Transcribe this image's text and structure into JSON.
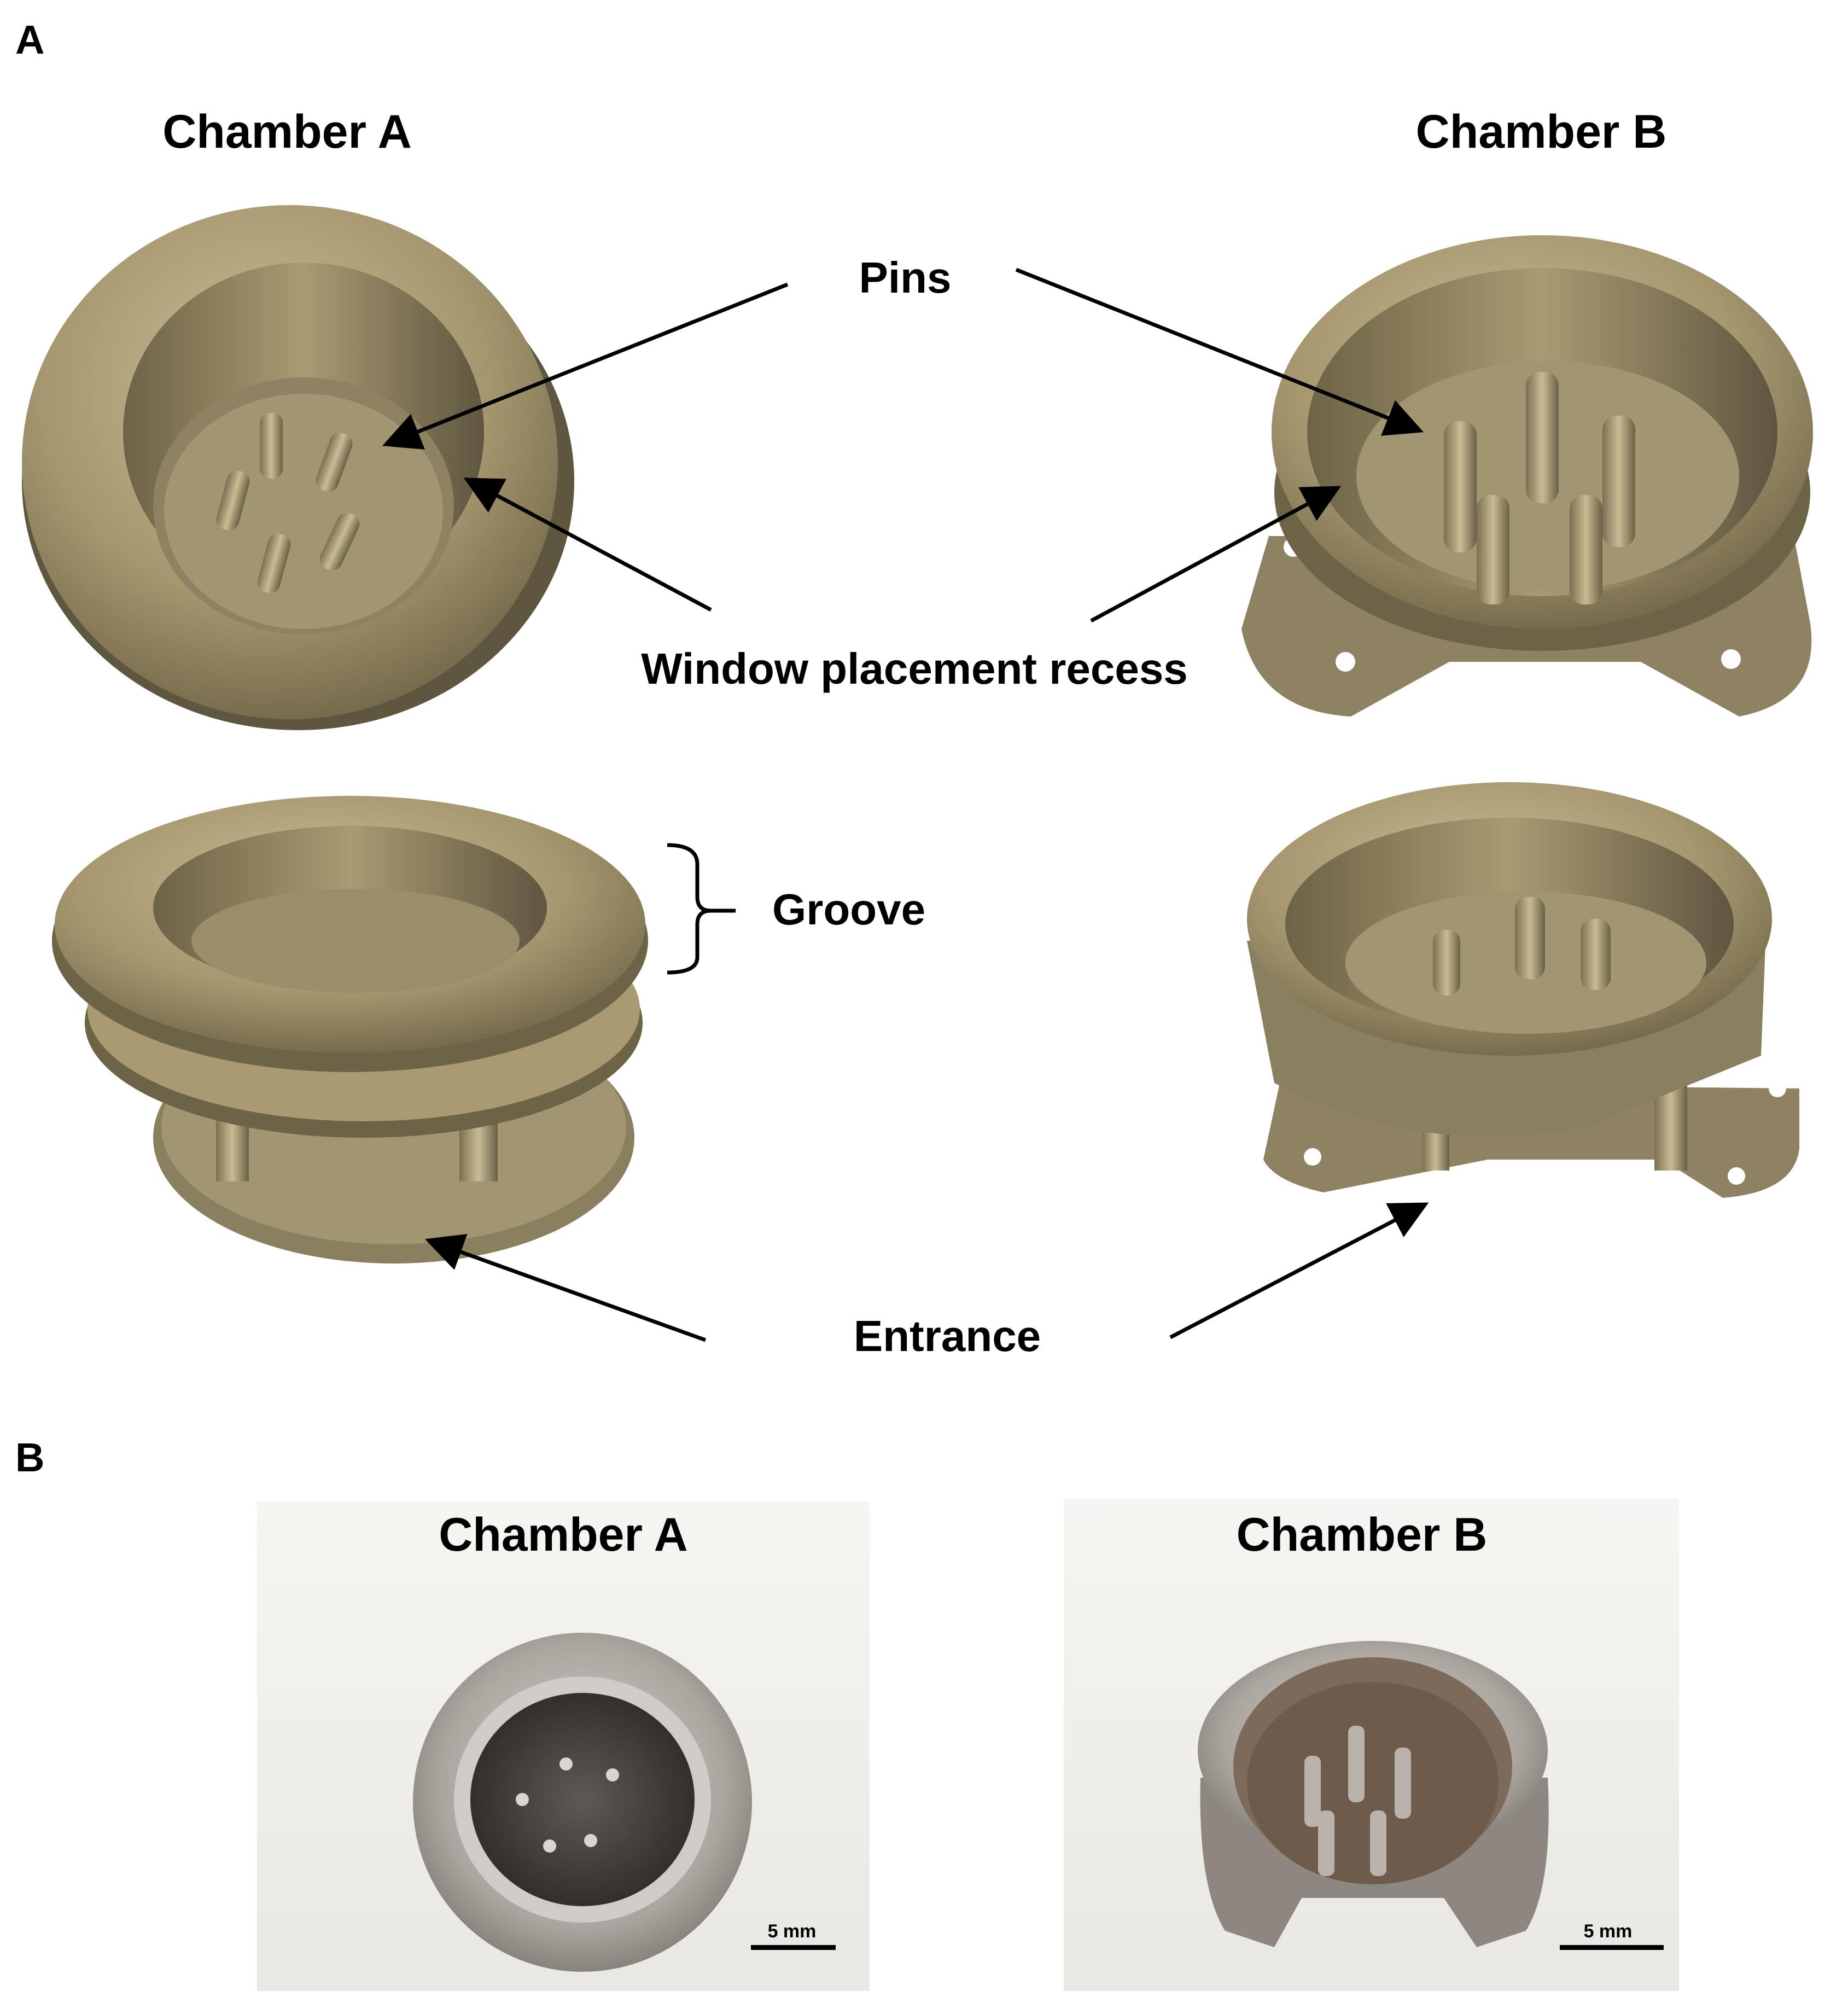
{
  "panel_a": {
    "letter": "A",
    "title_left": "Chamber A",
    "title_right": "Chamber B",
    "callouts": {
      "pins": "Pins",
      "window_recess": "Window placement recess",
      "groove": "Groove",
      "entrance": "Entrance"
    }
  },
  "panel_b": {
    "letter": "B",
    "title_left": "Chamber A",
    "title_right": "Chamber B",
    "scale_left": "5 mm",
    "scale_right": "5 mm"
  },
  "colors": {
    "render_body": "#a5966e",
    "render_light": "#c4b68e",
    "render_dark": "#6d6346",
    "metal": "#b8b4ae",
    "metal_dark": "#4a4642"
  }
}
